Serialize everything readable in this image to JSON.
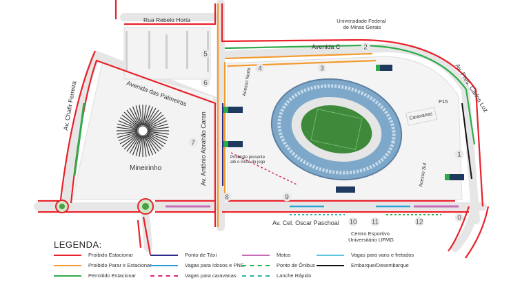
{
  "streets": {
    "rebelo_horta": "Rua Rebelo Horta",
    "avenida_c": "Avenida C",
    "palmeiras": "Avenida das Palmeiras",
    "chafir": "Av. Chafir Ferreira",
    "abrahao": "Av. Antônio Abrahão Caran",
    "carlos_luz": "Av. Pres. Carlos Luz",
    "oscar_paschoal": "Av. Cel. Oscar Paschoal"
  },
  "places": {
    "ufmg": "Universidade Federal\nde Minas Gerais",
    "mineirinho": "Mineirinho",
    "centro_esportivo": "Centro Esportivo\nUniversitário UFMG"
  },
  "access": {
    "norte": "Acesso Norte",
    "sul": "Acesso Sul",
    "caravanas": "Caravanas",
    "p15": "P15"
  },
  "notes": {
    "proibicao": "Proibição presente\naté o início do jogo"
  },
  "gates": [
    "0",
    "1",
    "2",
    "3",
    "4",
    "5",
    "6",
    "7",
    "8",
    "9",
    "10",
    "11",
    "12"
  ],
  "colors": {
    "proibido_estacionar": "#e8202a",
    "proibido_parar": "#f39a2d",
    "permitido": "#2eab49",
    "taxi": "#2d2a8c",
    "idosos": "#2a9fd8",
    "caravanas": "#d6247a",
    "motos": "#c86bb6",
    "onibus": "#2eab49",
    "lanche": "#2bb3a7",
    "vans": "#5dc6dd",
    "embarque": "#111111",
    "road": "#e8e8e8",
    "field": "#3e8a3a"
  },
  "legend": {
    "title": "LEGENDA:",
    "items": [
      {
        "label": "Proibido Estacionar",
        "color": "#e8202a",
        "style": "solid"
      },
      {
        "label": "Proibido Parar e Estacionar",
        "color": "#f39a2d",
        "style": "solid"
      },
      {
        "label": "Permitido Estacionar",
        "color": "#2eab49",
        "style": "solid"
      },
      {
        "label": "Ponto de Táxi",
        "color": "#2d2a8c",
        "style": "solid"
      },
      {
        "label": "Vagas para Idosos e PNE",
        "color": "#2a9fd8",
        "style": "solid"
      },
      {
        "label": "Vagas para caravanas",
        "color": "#d6247a",
        "style": "dashed"
      },
      {
        "label": "Motos",
        "color": "#c86bb6",
        "style": "solid"
      },
      {
        "label": "Ponto de Ônibus",
        "color": "#2eab49",
        "style": "dashed"
      },
      {
        "label": "Lanche Rápido",
        "color": "#2bb3a7",
        "style": "dashed"
      },
      {
        "label": "Vagas para vans e fretados",
        "color": "#5dc6dd",
        "style": "solid"
      },
      {
        "label": "Embarque/Desembarque",
        "color": "#111111",
        "style": "solid"
      }
    ]
  }
}
